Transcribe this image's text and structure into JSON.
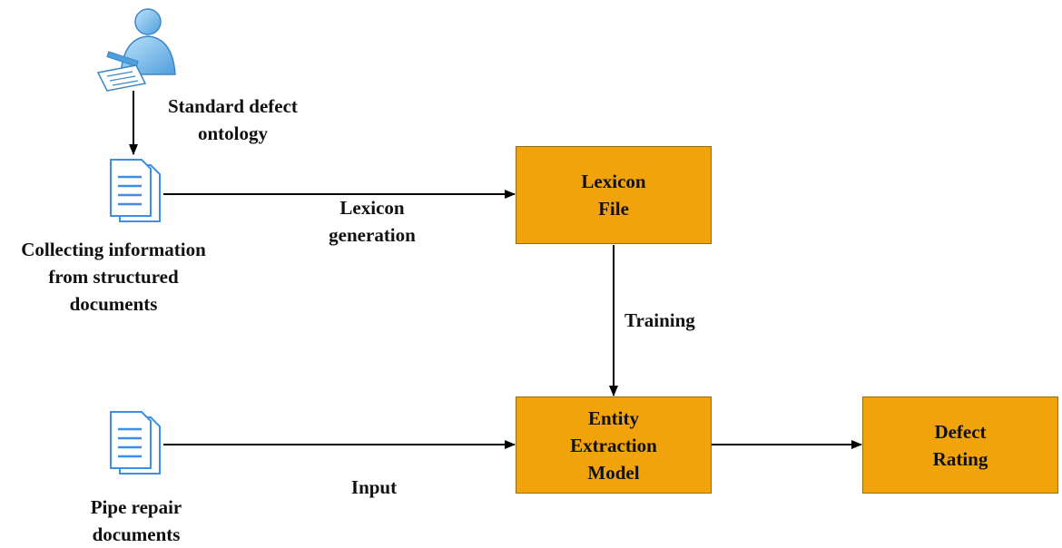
{
  "nodes": {
    "ontology_label": [
      "Standard defect",
      "ontology"
    ],
    "collecting_label": [
      "Collecting information",
      "from structured",
      "documents"
    ],
    "pipe_label": [
      "Pipe repair",
      "documents"
    ],
    "lexicon_file": [
      "Lexicon",
      "File"
    ],
    "entity_model": [
      "Entity",
      "Extraction",
      "Model"
    ],
    "defect_rating": [
      "Defect",
      "Rating"
    ]
  },
  "edges": {
    "lexicon_generation": [
      "Lexicon",
      "generation"
    ],
    "training": "Training",
    "input": "Input"
  },
  "colors": {
    "box_fill": "#f0a30a",
    "doc_icon": "#3d8ee8",
    "person_icon": "#6fb7ea",
    "arrow": "#000000"
  }
}
